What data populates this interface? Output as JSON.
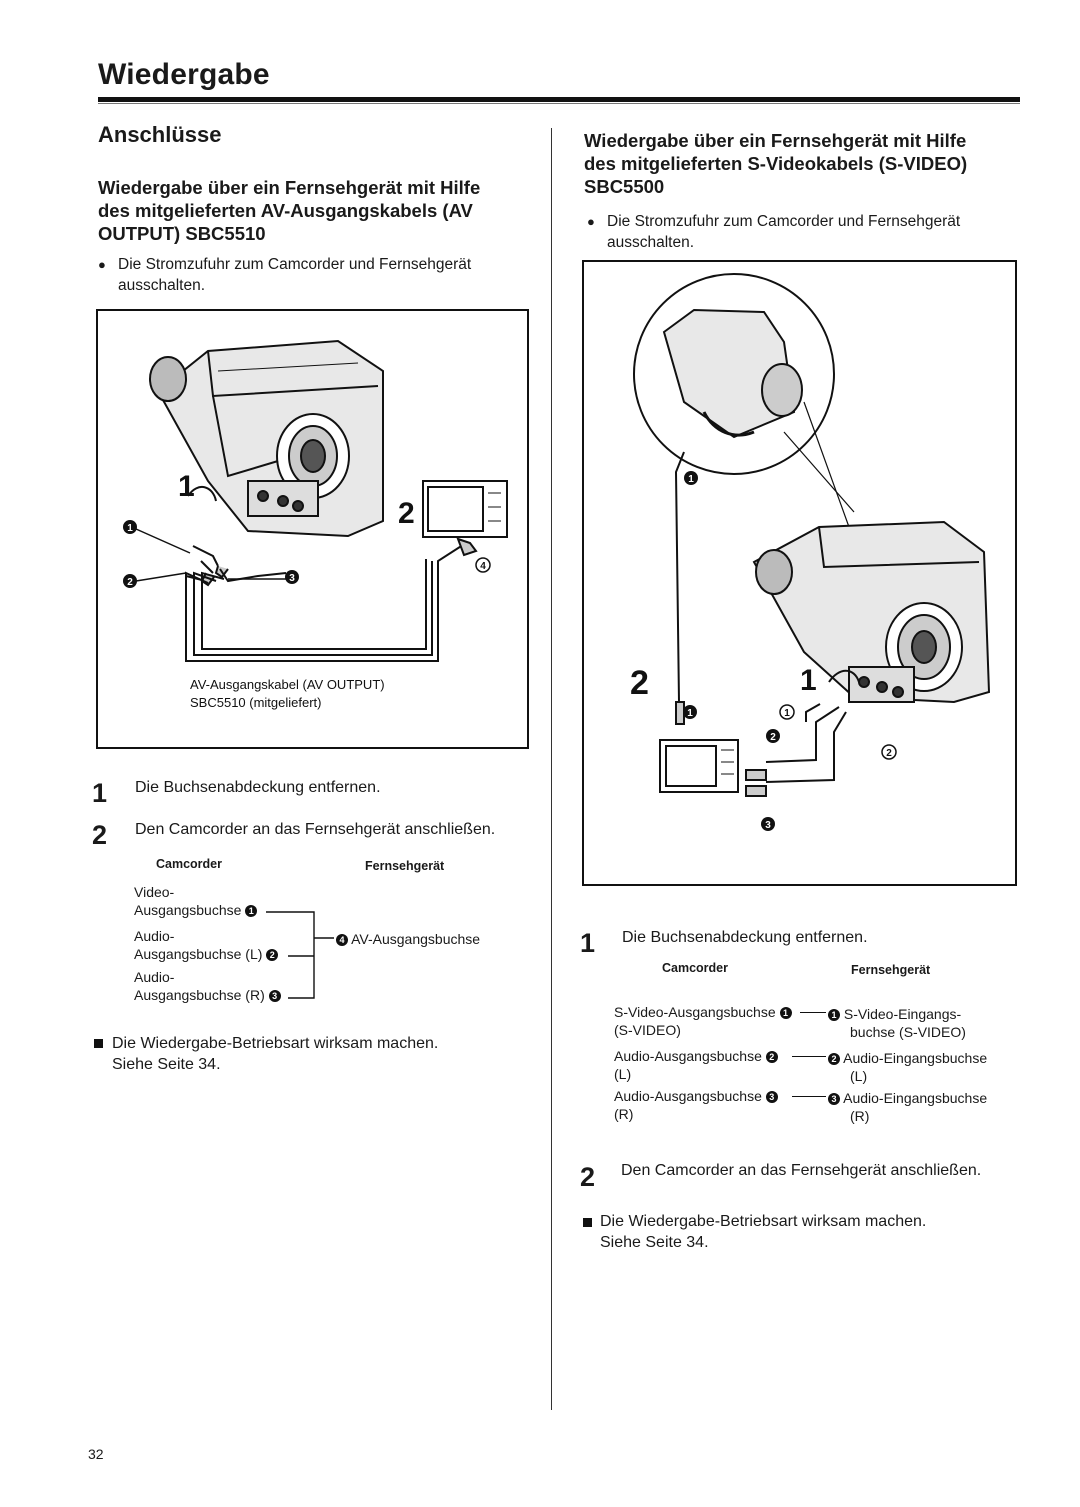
{
  "header": {
    "title": "Wiedergabe"
  },
  "left": {
    "section_title": "Anschlüsse",
    "subheading_line1": "Wiedergabe über ein Fernsehgerät mit Hilfe",
    "subheading_line2": "des mitgelieferten AV-Ausgangskabels (AV",
    "subheading_line3": "OUTPUT) SBC5510",
    "bullet_line1": "Die Stromzufuhr zum Camcorder und Fernsehgerät",
    "bullet_line2": "ausschalten.",
    "figure": {
      "step1": "1",
      "step2": "2",
      "caption_line1": "AV-Ausgangskabel (AV OUTPUT)",
      "caption_line2": "SBC5510 (mitgeliefert)"
    },
    "steps": [
      {
        "num": "1",
        "text": "Die Buchsenabdeckung entfernen."
      },
      {
        "num": "2",
        "text": "Den Camcorder an das Fernsehgerät anschließen."
      }
    ],
    "connections": {
      "col_camcorder": "Camcorder",
      "col_tv": "Fernsehgerät",
      "video_l1": "Video-",
      "video_l2": "Ausgangsbuchse",
      "audio_l_l1": "Audio-",
      "audio_l_l2": "Ausgangsbuchse (L)",
      "audio_r_l1": "Audio-",
      "audio_r_l2": "Ausgangsbuchse (R)",
      "tv_input": "AV-Ausgangsbuchse"
    },
    "note_line1": "Die Wiedergabe-Betriebsart wirksam machen.",
    "note_line2": "Siehe Seite 34."
  },
  "right": {
    "subheading_line1": "Wiedergabe über ein Fernsehgerät mit Hilfe",
    "subheading_line2": "des mitgelieferten S-Videokabels (S-VIDEO)",
    "subheading_line3": "SBC5500",
    "bullet_line1": "Die Stromzufuhr zum Camcorder und Fernsehgerät",
    "bullet_line2": "ausschalten.",
    "figure": {
      "step1": "1",
      "step2": "2"
    },
    "step1": {
      "num": "1",
      "text": "Die Buchsenabdeckung entfernen."
    },
    "connections": {
      "col_camcorder": "Camcorder",
      "col_tv": "Fernsehgerät",
      "row1_cam_l1": "S-Video-Ausgangsbuchse",
      "row1_cam_l2": "(S-VIDEO)",
      "row1_tv_l1": "S-Video-Eingangs-",
      "row1_tv_l2": "buchse (S-VIDEO)",
      "row2_cam_l1": "Audio-Ausgangsbuchse",
      "row2_cam_l2": "(L)",
      "row2_tv_l1": "Audio-Eingangsbuchse",
      "row2_tv_l2": "(L)",
      "row3_cam_l1": "Audio-Ausgangsbuchse",
      "row3_cam_l2": "(R)",
      "row3_tv_l1": "Audio-Eingangsbuchse",
      "row3_tv_l2": "(R)"
    },
    "step2": {
      "num": "2",
      "text": "Den Camcorder an das Fernsehgerät anschließen."
    },
    "note_line1": "Die Wiedergabe-Betriebsart wirksam machen.",
    "note_line2": "Siehe Seite 34."
  },
  "badges": {
    "b1": "1",
    "b2": "2",
    "b3": "3",
    "b4": "4"
  },
  "footer": {
    "page_number": "32"
  }
}
